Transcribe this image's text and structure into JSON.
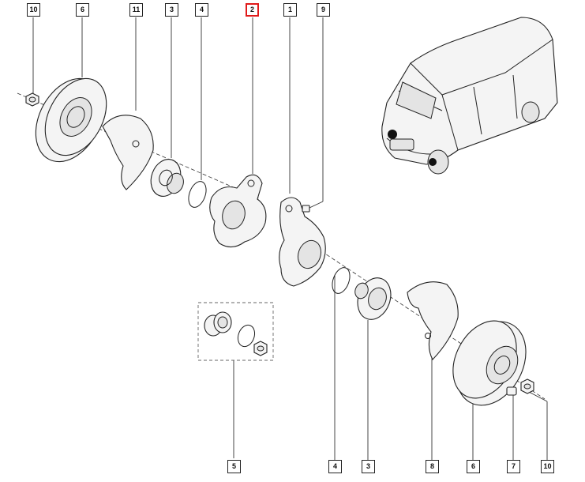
{
  "callouts_top": [
    "10",
    "6",
    "11",
    "3",
    "4",
    "2",
    "1",
    "9"
  ],
  "callouts_bottom": [
    "5",
    "4",
    "3",
    "8",
    "6",
    "7",
    "10"
  ],
  "selected_part": "2",
  "colors": {
    "selected": "#e01a1a",
    "line": "#222222"
  },
  "icons": [
    "brake-disc",
    "dust-shield",
    "wheel-hub",
    "circlip",
    "steering-knuckle",
    "wheel-bearing",
    "hub-nut",
    "bolt",
    "van-illustration"
  ]
}
